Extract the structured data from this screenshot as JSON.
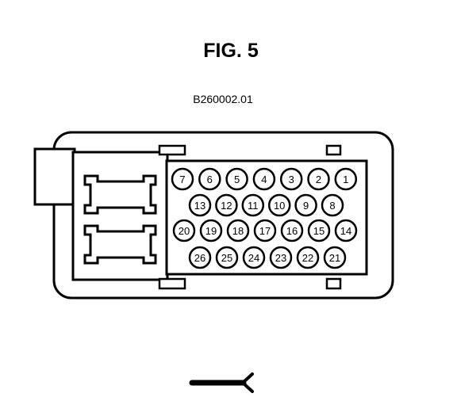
{
  "figure": {
    "title": "FIG. 5",
    "code": "B260002.01"
  },
  "connector": {
    "pin_rows": [
      [
        "7",
        "6",
        "5",
        "4",
        "3",
        "2",
        "1"
      ],
      [
        "13",
        "12",
        "11",
        "10",
        "9",
        "8"
      ],
      [
        "20",
        "19",
        "18",
        "17",
        "16",
        "15",
        "14"
      ],
      [
        "26",
        "25",
        "24",
        "23",
        "22",
        "21"
      ]
    ]
  },
  "colors": {
    "line": "#000000",
    "background": "#ffffff"
  },
  "icons": {
    "bottom_symbol": "tool-probe-icon"
  }
}
